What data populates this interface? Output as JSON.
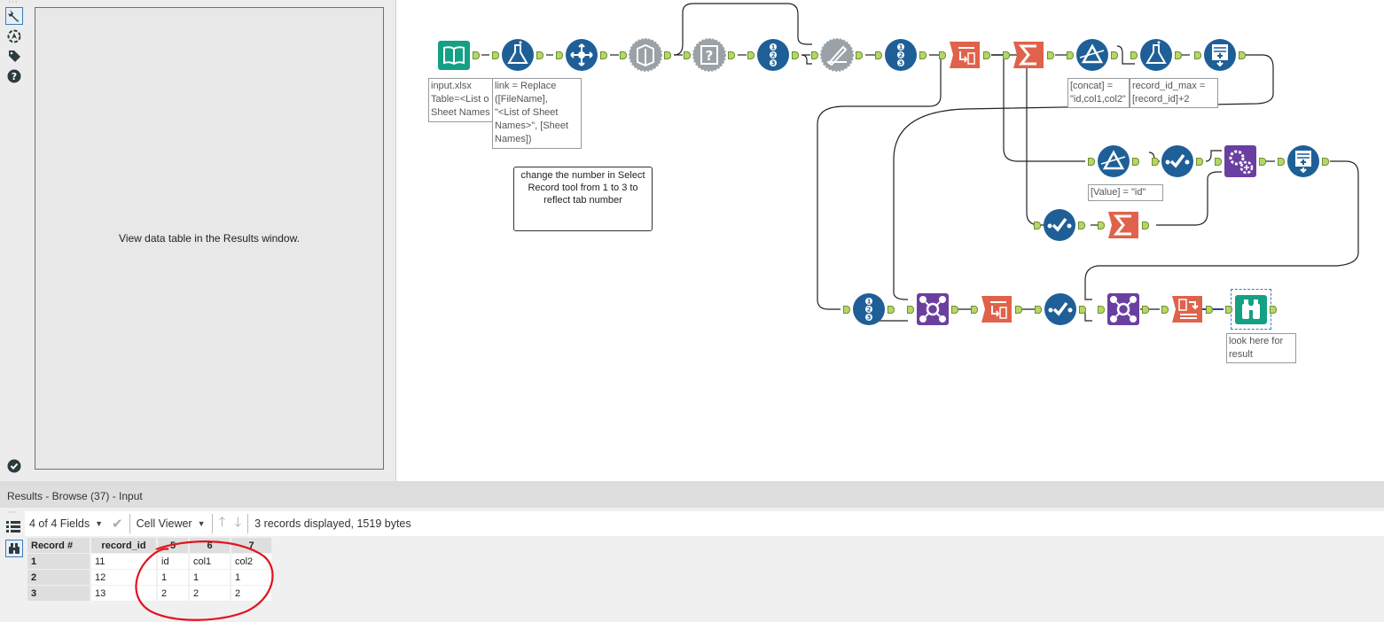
{
  "config_panel": {
    "icons": [
      "wrench-icon",
      "compass-icon",
      "tag-icon",
      "help-icon"
    ],
    "message": "View data table in the Results window.",
    "status_icon": "check-circle-icon"
  },
  "canvas": {
    "annotations": {
      "input": "input.xlsx\nTable=<List o\nSheet Names",
      "formula_link": "link = Replace\n([FileName],\n\"<List of Sheet\nNames>\", [Sheet\nNames])",
      "filter_concat": "[concat] =\n\"id,col1,col2\"",
      "formula_max": "record_id_max =\n[record_id]+2",
      "filter_value": "[Value] = \"id\"",
      "browse": "look here for\nresult"
    },
    "comment": "change the number in Select Record tool from 1 to 3 to reflect tab number",
    "tools": [
      {
        "name": "input-data-tool",
        "type": "input",
        "color": "#14a085"
      },
      {
        "name": "formula-tool",
        "type": "formula",
        "color": "#1f5f97"
      },
      {
        "name": "select-tool",
        "type": "select",
        "color": "#1f5f97"
      },
      {
        "name": "dynamic-input-tool",
        "type": "dynamic-input",
        "color": "#9aa2a8"
      },
      {
        "name": "test-tool",
        "type": "test",
        "color": "#9aa2a8"
      },
      {
        "name": "record-id-tool",
        "type": "record-id",
        "color": "#1f5f97"
      },
      {
        "name": "dynamic-rename-tool",
        "type": "dynamic-rename",
        "color": "#9aa2a8"
      },
      {
        "name": "record-id-tool-2",
        "type": "record-id",
        "color": "#1f5f97"
      },
      {
        "name": "transpose-tool",
        "type": "transpose",
        "color": "#e0624a"
      },
      {
        "name": "summarize-tool",
        "type": "summarize",
        "color": "#e0624a"
      },
      {
        "name": "filter-tool",
        "type": "filter",
        "color": "#1f5f97"
      },
      {
        "name": "formula-tool-2",
        "type": "formula",
        "color": "#1f5f97"
      },
      {
        "name": "append-fields-tool",
        "type": "append",
        "color": "#1f5f97"
      },
      {
        "name": "filter-tool-2",
        "type": "filter",
        "color": "#1f5f97"
      },
      {
        "name": "select-records-tool",
        "type": "select-records",
        "color": "#1f5f97"
      },
      {
        "name": "batch-macro-tool",
        "type": "macro",
        "color": "#6b3fa0"
      },
      {
        "name": "append-fields-tool-2",
        "type": "append",
        "color": "#1f5f97"
      },
      {
        "name": "select-records-tool-2",
        "type": "select-records",
        "color": "#1f5f97"
      },
      {
        "name": "summarize-tool-2",
        "type": "summarize",
        "color": "#e0624a"
      },
      {
        "name": "record-id-tool-3",
        "type": "record-id",
        "color": "#1f5f97"
      },
      {
        "name": "join-tool",
        "type": "join",
        "color": "#6b3fa0"
      },
      {
        "name": "transpose-tool-2",
        "type": "transpose",
        "color": "#e0624a"
      },
      {
        "name": "select-records-tool-3",
        "type": "select-records",
        "color": "#1f5f97"
      },
      {
        "name": "join-tool-2",
        "type": "join",
        "color": "#6b3fa0"
      },
      {
        "name": "crosstab-tool",
        "type": "crosstab",
        "color": "#e0624a"
      },
      {
        "name": "browse-tool",
        "type": "browse",
        "color": "#14a085"
      }
    ]
  },
  "results": {
    "title": "Results - Browse (37) - Input",
    "toolbar": {
      "fields": "4 of 4 Fields",
      "viewer": "Cell Viewer",
      "status": "3 records displayed, 1519 bytes"
    },
    "table": {
      "columns": [
        "Record #",
        "record_id",
        "5",
        "6",
        "7"
      ],
      "rows": [
        [
          "1",
          "11",
          "id",
          "col1",
          "col2"
        ],
        [
          "2",
          "12",
          "1",
          "1",
          "1"
        ],
        [
          "3",
          "13",
          "2",
          "2",
          "2"
        ]
      ]
    },
    "highlight_color": "#e0141e"
  }
}
